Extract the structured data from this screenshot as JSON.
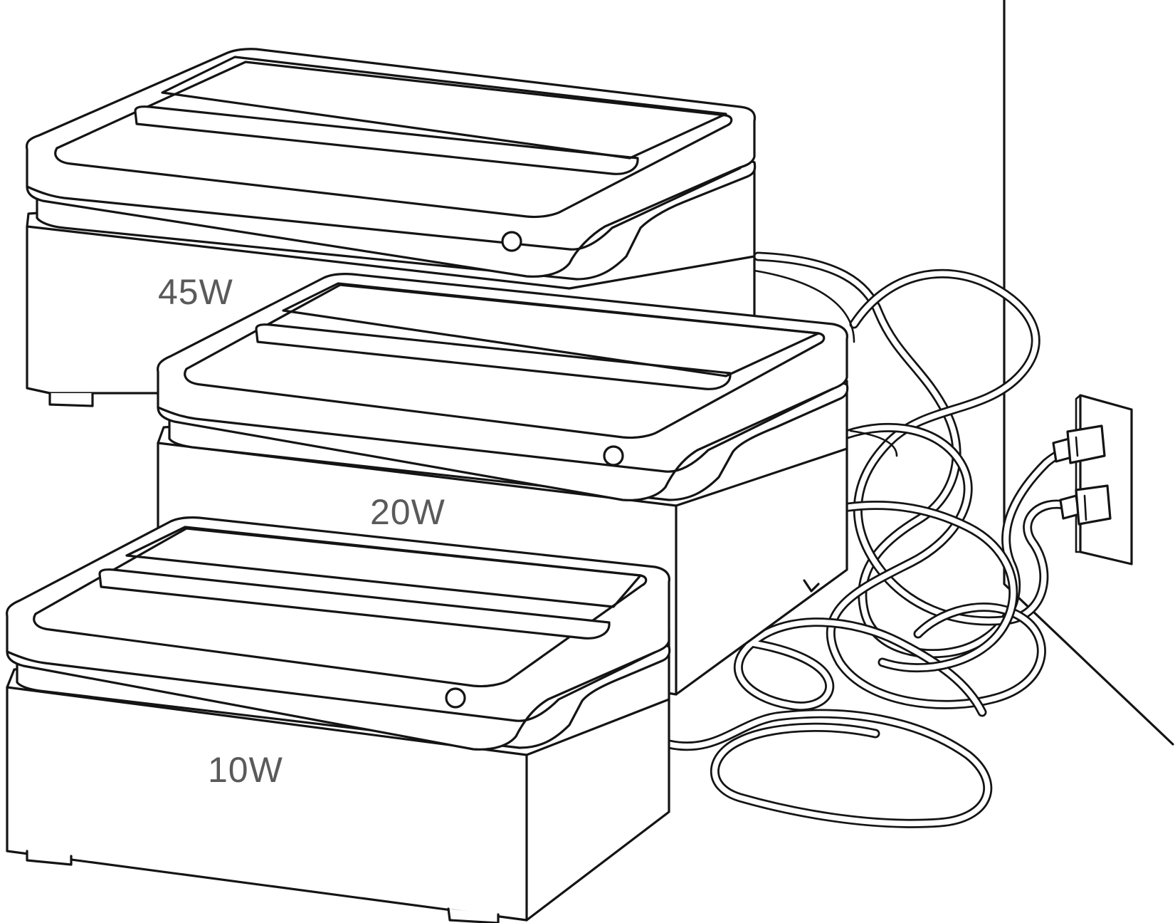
{
  "labels": {
    "unit_large": "45W",
    "unit_medium": "20W",
    "unit_small": "10W"
  },
  "colors": {
    "line": "#141414",
    "label_text": "#5a5a5a",
    "background": "#ffffff"
  }
}
